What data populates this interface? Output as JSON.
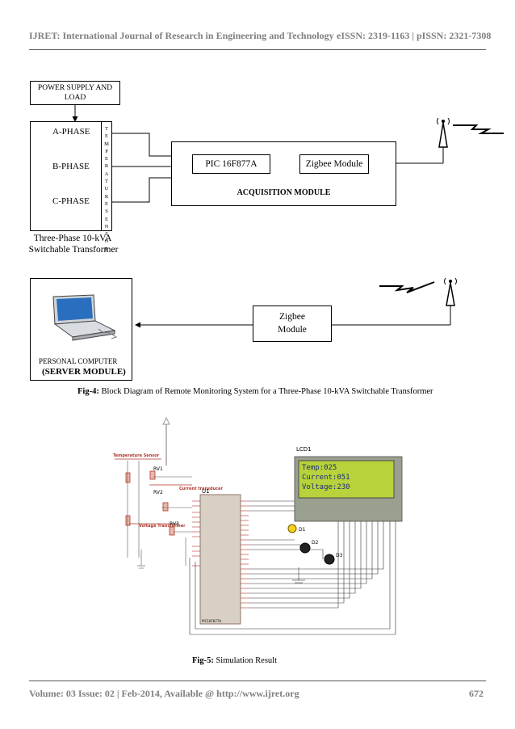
{
  "header": {
    "journal": "IJRET: International Journal of Research in Engineering and Technology",
    "issn": "eISSN: 2319-1163 | pISSN: 2321-7308"
  },
  "fig4": {
    "power_supply": [
      "POWER SUPPLY AND",
      "LOAD"
    ],
    "phases": [
      "A-PHASE",
      "B-PHASE",
      "C-PHASE"
    ],
    "temp_sensor_letters": [
      "T",
      "E",
      "M",
      "P",
      "E",
      "R",
      "A",
      "T",
      "U",
      "R",
      "E",
      "S",
      "E",
      "N",
      "S",
      "O",
      "R"
    ],
    "transformer_label": [
      "Three-Phase 10-kVA",
      "Switchable Transformer"
    ],
    "pic": "PIC 16F877A",
    "zigbee_top": "Zigbee Module",
    "acquisition": "ACQUISITION MODULE",
    "zigbee_bottom": [
      "Zigbee",
      "Module"
    ],
    "pc_label": "PERSONAL COMPUTER",
    "server": "(SERVER MODULE)",
    "caption_label": "Fig-4:",
    "caption_text": " Block Diagram of Remote Monitoring System for a Three-Phase 10-kVA Switchable Transformer"
  },
  "fig5": {
    "lcd_title": "LCD1",
    "lcd_lines": [
      "Temp:025",
      "Current:051",
      "Voltage:230"
    ],
    "temperature_sensor": "Temperature Sensor",
    "current_transducer": "Current transducer",
    "voltage_transformer": "Voltage Transformer",
    "mcu": "U1",
    "mcu_part": "PIC16F877A",
    "rv_labels": [
      "RV1",
      "RV2",
      "RV3"
    ],
    "led_labels": [
      "D1",
      "D2",
      "D3"
    ],
    "caption_label": "Fig-5:",
    "caption_text": " Simulation Result"
  },
  "footer": {
    "left": "Volume: 03 Issue: 02 | Feb-2014, Available @ http://www.ijret.org",
    "page": "672"
  },
  "colors": {
    "header_text": "#7f7f7f",
    "lcd_background": "#b8d23c",
    "lcd_text": "#1a2b7a",
    "schematic_red": "#b0352b",
    "mcu_fill": "#d8d0c4"
  }
}
